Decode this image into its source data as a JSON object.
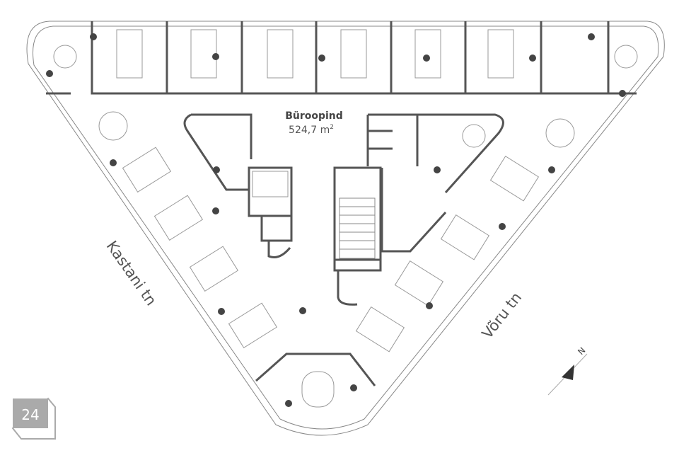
{
  "space": {
    "title": "Büroopind",
    "area_value": "524,7 m",
    "area_unit_sup": "2"
  },
  "streets": {
    "left": "Kastani tn",
    "right": "Võru tn"
  },
  "floor_badge": {
    "number": "24"
  },
  "compass": {
    "label": "N"
  }
}
